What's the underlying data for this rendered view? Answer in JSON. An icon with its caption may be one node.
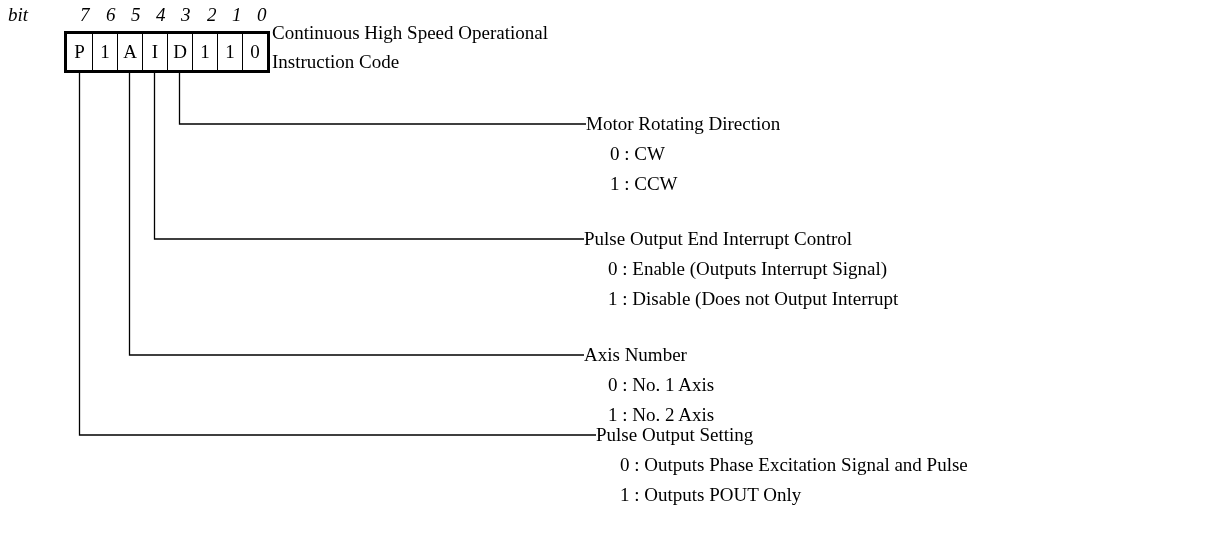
{
  "diagram": {
    "nodes": [
      {
        "text": [
          "P"
        ]
      },
      {
        "text": [
          "1"
        ]
      },
      {
        "text": [
          "A"
        ]
      },
      {
        "text": [
          "I"
        ]
      },
      {
        "text": [
          "D"
        ]
      },
      {
        "text": [
          "1"
        ]
      },
      {
        "text": [
          "1"
        ]
      },
      {
        "text": [
          "0"
        ]
      },
      {
        "text": [
          "Motor Rotating Direction",
          "0 : CW",
          "1 : CCW"
        ]
      },
      {
        "text": [
          "Pulse Output End Interrupt Control",
          "0 : Enable (Outputs Interrupt Signal)",
          "1 : Disable (Does not Output Interrupt"
        ]
      },
      {
        "text": [
          "Axis Number",
          "0 : No. 1 Axis",
          "1 : No. 2 Axis"
        ]
      },
      {
        "text": [
          "Pulse Output Setting",
          "0 : Outputs Phase Excitation Signal and Pulse",
          "1 : Outputs POUT Only"
        ]
      }
    ],
    "edges": [
      {
        "from": 4,
        "to": 8,
        "arrow": "none"
      },
      {
        "from": 3,
        "to": 9,
        "arrow": "none"
      },
      {
        "from": 2,
        "to": 10,
        "arrow": "none"
      },
      {
        "from": 0,
        "to": 11,
        "arrow": "none"
      }
    ],
    "labels": [
      "bit",
      "7",
      "6",
      "5",
      "4",
      "3",
      "2",
      "1",
      "0",
      "Continuous High Speed Operational Instruction Code"
    ]
  }
}
